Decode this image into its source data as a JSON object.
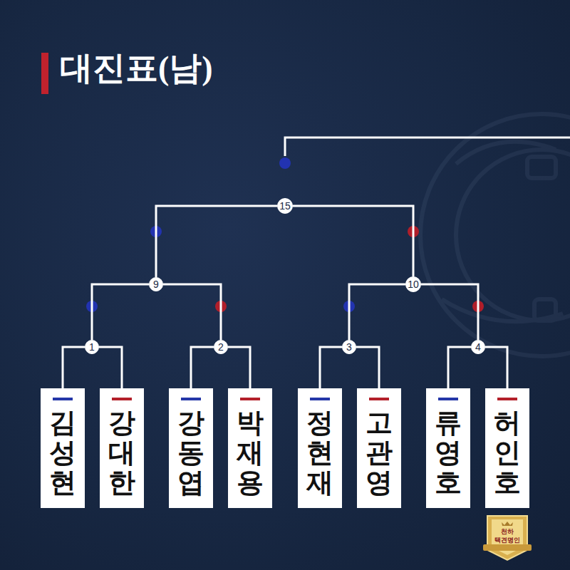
{
  "diagram": {
    "title": "대진표(남)",
    "nodes": [
      {
        "text": [
          "15"
        ]
      },
      {
        "text": [
          "9"
        ]
      },
      {
        "text": [
          "10"
        ]
      },
      {
        "text": [
          "1"
        ]
      },
      {
        "text": [
          "2"
        ]
      },
      {
        "text": [
          "3"
        ]
      },
      {
        "text": [
          "4"
        ]
      },
      {
        "text": [
          "김성현"
        ]
      },
      {
        "text": [
          "강대한"
        ]
      },
      {
        "text": [
          "강동엽"
        ]
      },
      {
        "text": [
          "박재용"
        ]
      },
      {
        "text": [
          "정현재"
        ]
      },
      {
        "text": [
          "고관영"
        ]
      },
      {
        "text": [
          "류영호"
        ]
      },
      {
        "text": [
          "허인호"
        ]
      }
    ],
    "edges": [
      {
        "from": 7,
        "to": 3,
        "arrow": "none"
      },
      {
        "from": 8,
        "to": 3,
        "arrow": "none"
      },
      {
        "from": 9,
        "to": 4,
        "arrow": "none"
      },
      {
        "from": 10,
        "to": 4,
        "arrow": "none"
      },
      {
        "from": 11,
        "to": 5,
        "arrow": "none"
      },
      {
        "from": 12,
        "to": 5,
        "arrow": "none"
      },
      {
        "from": 13,
        "to": 6,
        "arrow": "none"
      },
      {
        "from": 14,
        "to": 6,
        "arrow": "none"
      },
      {
        "from": 3,
        "to": 1,
        "arrow": "none"
      },
      {
        "from": 4,
        "to": 1,
        "arrow": "none"
      },
      {
        "from": 5,
        "to": 2,
        "arrow": "none"
      },
      {
        "from": 6,
        "to": 2,
        "arrow": "none"
      },
      {
        "from": 1,
        "to": 0,
        "arrow": "none"
      },
      {
        "from": 2,
        "to": 0,
        "arrow": "none"
      }
    ],
    "labels": [
      "천하",
      "택견명인"
    ]
  }
}
